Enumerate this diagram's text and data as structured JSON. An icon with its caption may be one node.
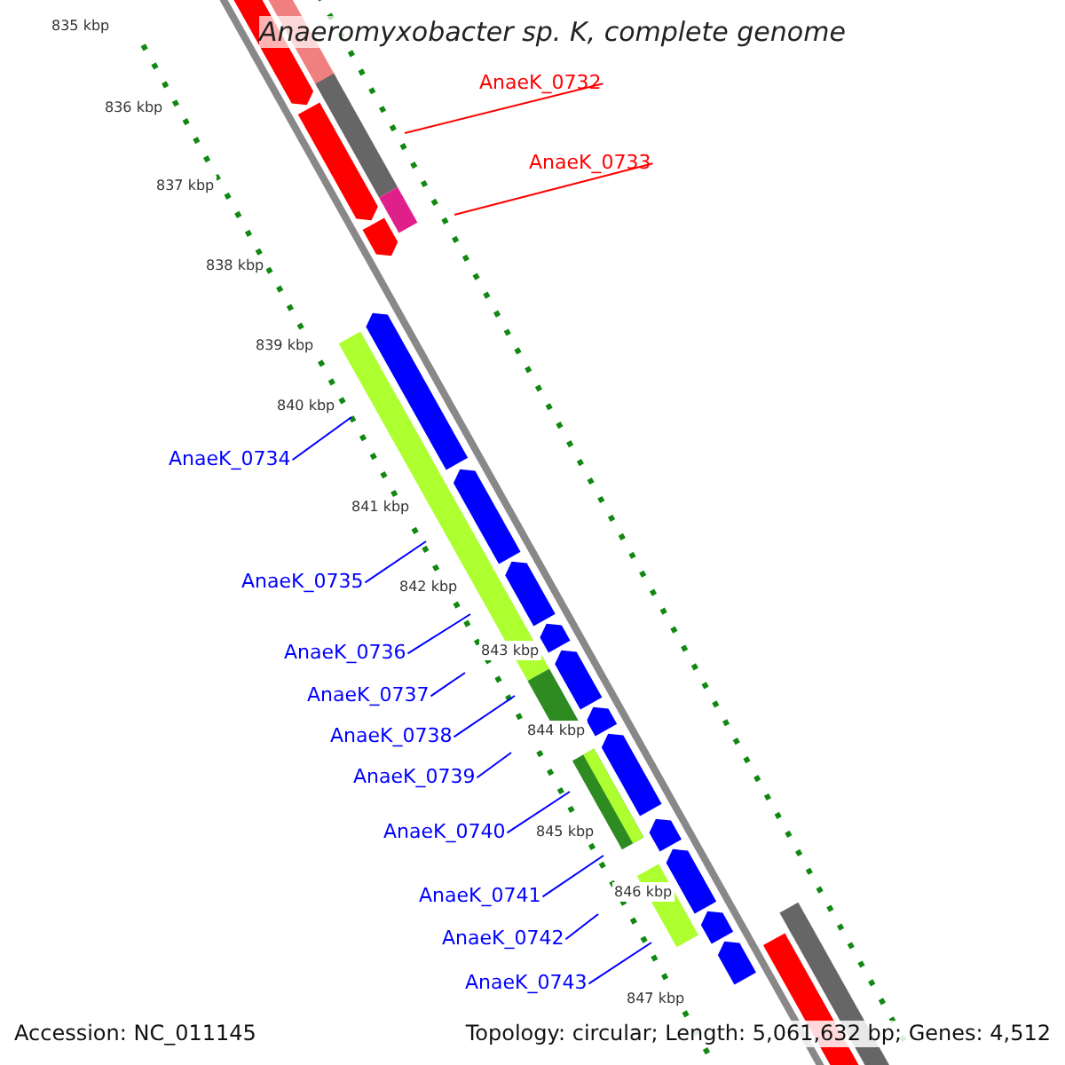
{
  "diagram": {
    "title": "Anaeromyxobacter sp. K, complete genome",
    "nodes": [
      {
        "text": [
          "AnaeK_0732"
        ]
      },
      {
        "text": [
          "AnaeK_0733"
        ]
      },
      {
        "text": [
          "AnaeK_0734"
        ]
      },
      {
        "text": [
          "AnaeK_0735"
        ]
      },
      {
        "text": [
          "AnaeK_0736"
        ]
      },
      {
        "text": [
          "AnaeK_0737"
        ]
      },
      {
        "text": [
          "AnaeK_0738"
        ]
      },
      {
        "text": [
          "AnaeK_0739"
        ]
      },
      {
        "text": [
          "AnaeK_0740"
        ]
      },
      {
        "text": [
          "AnaeK_0741"
        ]
      },
      {
        "text": [
          "AnaeK_0742"
        ]
      },
      {
        "text": [
          "AnaeK_0743"
        ]
      }
    ],
    "edges": [
      {
        "from": 0,
        "to": null,
        "arrow": "none",
        "color": "#ff0000"
      },
      {
        "from": 1,
        "to": null,
        "arrow": "none",
        "color": "#ff0000"
      },
      {
        "from": 2,
        "to": null,
        "arrow": "none"
      },
      {
        "from": 3,
        "to": null,
        "arrow": "none"
      },
      {
        "from": 4,
        "to": null,
        "arrow": "none"
      },
      {
        "from": 5,
        "to": null,
        "arrow": "none"
      },
      {
        "from": 6,
        "to": null,
        "arrow": "none"
      },
      {
        "from": 7,
        "to": null,
        "arrow": "none"
      },
      {
        "from": 8,
        "to": null,
        "arrow": "none"
      },
      {
        "from": 9,
        "to": null,
        "arrow": "none"
      },
      {
        "from": 10,
        "to": null,
        "arrow": "none"
      },
      {
        "from": 11,
        "to": null,
        "arrow": "none"
      }
    ],
    "labels": [
      "835 kbp",
      "836 kbp",
      "837 kbp",
      "838 kbp",
      "839 kbp",
      "840 kbp",
      "841 kbp",
      "842 kbp",
      "843 kbp",
      "844 kbp",
      "845 kbp",
      "846 kbp",
      "847 kbp",
      "Accession: NC_011145",
      "Topology: circular; Length: 5,061,632 bp; Genes: 4,512"
    ]
  }
}
